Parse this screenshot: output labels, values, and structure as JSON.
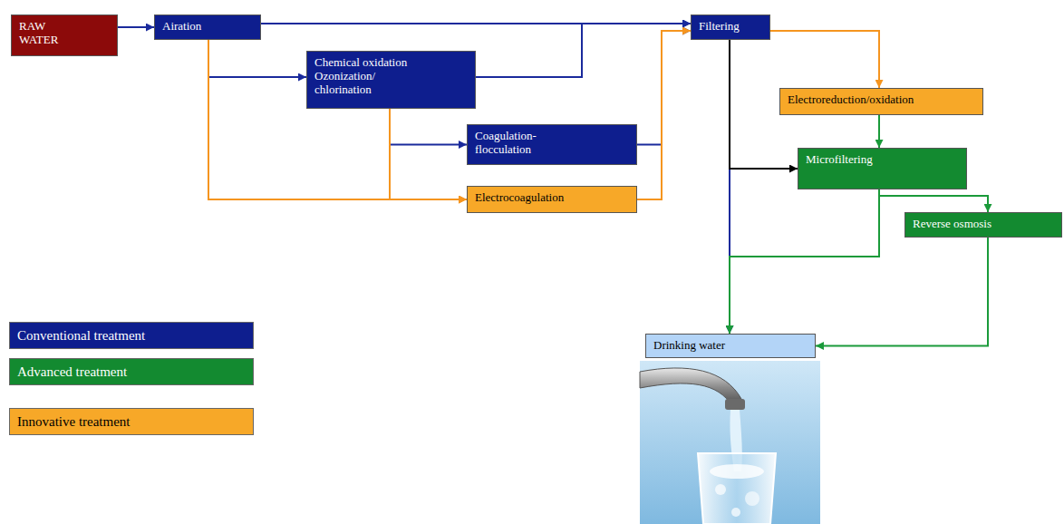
{
  "diagram": {
    "nodes": [
      {
        "text": [
          "RAW WATER"
        ]
      },
      {
        "text": [
          "Airation"
        ]
      },
      {
        "text": [
          "Chemical oxidation Ozonization/ chlorination"
        ]
      },
      {
        "text": [
          "Coagulation-flocculation"
        ]
      },
      {
        "text": [
          "Electrocoagulation"
        ]
      },
      {
        "text": [
          "Filtering"
        ]
      },
      {
        "text": [
          "Electroreduction/oxidation"
        ]
      },
      {
        "text": [
          "Microfiltering"
        ]
      },
      {
        "text": [
          "Reverse osmosis"
        ]
      },
      {
        "text": [
          "Drinking water"
        ]
      }
    ],
    "edges": [
      {
        "from": 0,
        "to": 1,
        "arrow": "to"
      },
      {
        "from": 1,
        "to": 5,
        "arrow": "to"
      },
      {
        "from": 1,
        "to": 2,
        "arrow": "to"
      },
      {
        "from": 2,
        "to": 5,
        "arrow": "to"
      },
      {
        "from": 2,
        "to": 3,
        "arrow": "to"
      },
      {
        "from": 1,
        "to": 4,
        "arrow": "to"
      },
      {
        "from": 2,
        "to": 4,
        "arrow": "to"
      },
      {
        "from": 3,
        "to": 5,
        "arrow": "to"
      },
      {
        "from": 4,
        "to": 5,
        "arrow": "to"
      },
      {
        "from": 5,
        "to": 6,
        "arrow": "to"
      },
      {
        "from": 6,
        "to": 7,
        "arrow": "to"
      },
      {
        "from": 5,
        "to": 9,
        "arrow": "to"
      },
      {
        "from": 5,
        "to": 7,
        "arrow": "to"
      },
      {
        "from": 7,
        "to": 8,
        "arrow": "to"
      },
      {
        "from": 7,
        "to": 9,
        "arrow": "to"
      },
      {
        "from": 8,
        "to": 9,
        "arrow": "to"
      }
    ],
    "legend": [
      {
        "text": "Conventional treatment",
        "color": "#0e1e8e"
      },
      {
        "text": "Advanced treatment",
        "color": "#138a30"
      },
      {
        "text": "Innovative treatment",
        "color": "#f7a828"
      }
    ]
  }
}
